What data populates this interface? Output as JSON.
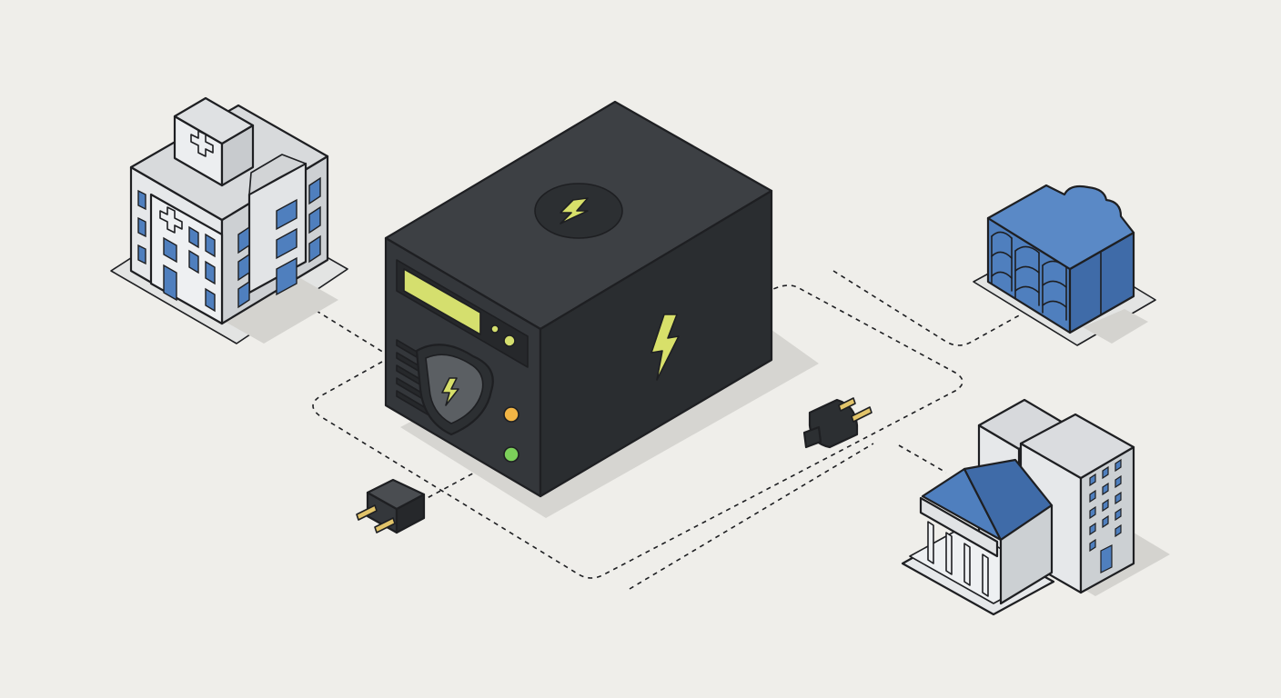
{
  "colors": {
    "background": "#efeeea",
    "outline": "#1e1f22",
    "ups_body": "#3a3d41",
    "ups_dark": "#2c2f32",
    "display": "#d5df6e",
    "bolt": "#d8e06a",
    "accent_blue": "#4f7fbe",
    "building_light": "#e4e6e8",
    "building_mid": "#c9cccf",
    "status_amber": "#f2b545",
    "status_green": "#7ccf5a",
    "plug_pin": "#e2c46a",
    "shadow": "#d6d5d1"
  },
  "nodes": [
    {
      "id": "hospital",
      "icon": "hospital-building-icon"
    },
    {
      "id": "ups",
      "icon": "ups-power-unit-icon"
    },
    {
      "id": "data-center",
      "icon": "database-cloud-icon"
    },
    {
      "id": "government",
      "icon": "government-building-icon"
    },
    {
      "id": "plug-left",
      "icon": "power-plug-icon"
    },
    {
      "id": "plug-right",
      "icon": "power-plug-icon"
    }
  ]
}
